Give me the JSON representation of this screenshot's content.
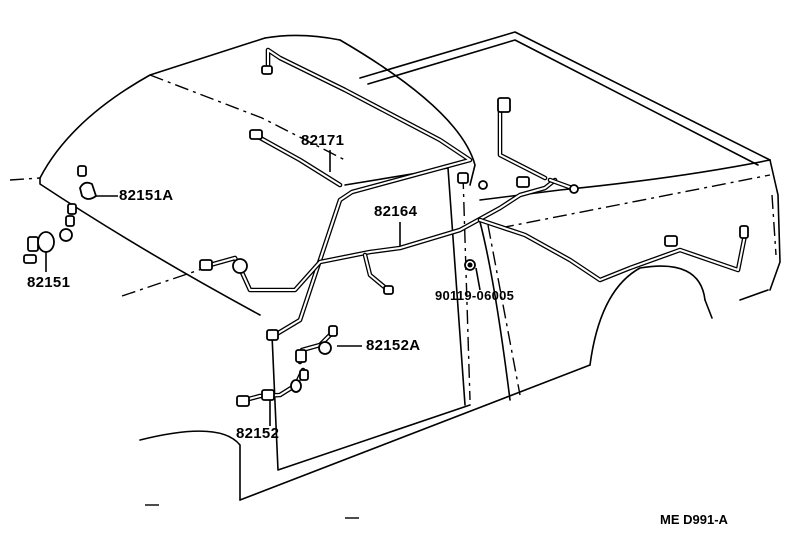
{
  "parts": [
    {
      "id": "82171",
      "label": "82171"
    },
    {
      "id": "82151A",
      "label": "82151A"
    },
    {
      "id": "82164",
      "label": "82164"
    },
    {
      "id": "82151",
      "label": "82151"
    },
    {
      "id": "90119-06005",
      "label": "90119-06005"
    },
    {
      "id": "82152A",
      "label": "82152A"
    },
    {
      "id": "82152",
      "label": "82152"
    }
  ],
  "drawing_code": "ME D991-A"
}
